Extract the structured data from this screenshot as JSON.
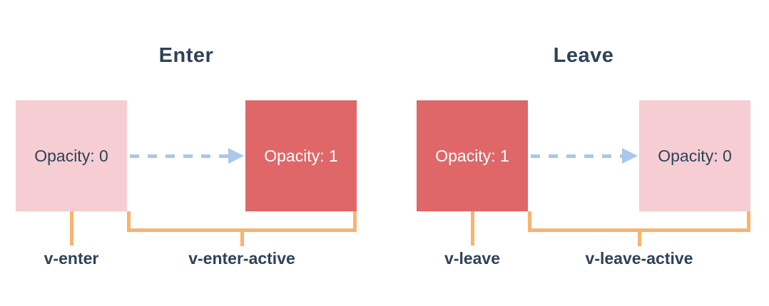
{
  "colors": {
    "pink": "#f5cdd2",
    "red": "#e06768",
    "orange": "#f9b46c",
    "blue": "#a9c8ea",
    "navy": "#2e4258",
    "bg": "#ffffff"
  },
  "diagrams": [
    {
      "title": "Enter",
      "start_box": {
        "label": "Opacity: 0"
      },
      "end_box": {
        "label": "Opacity: 1"
      },
      "state_label": "v-enter",
      "active_label": "v-enter-active"
    },
    {
      "title": "Leave",
      "start_box": {
        "label": "Opacity: 1"
      },
      "end_box": {
        "label": "Opacity: 0"
      },
      "state_label": "v-leave",
      "active_label": "v-leave-active"
    }
  ]
}
